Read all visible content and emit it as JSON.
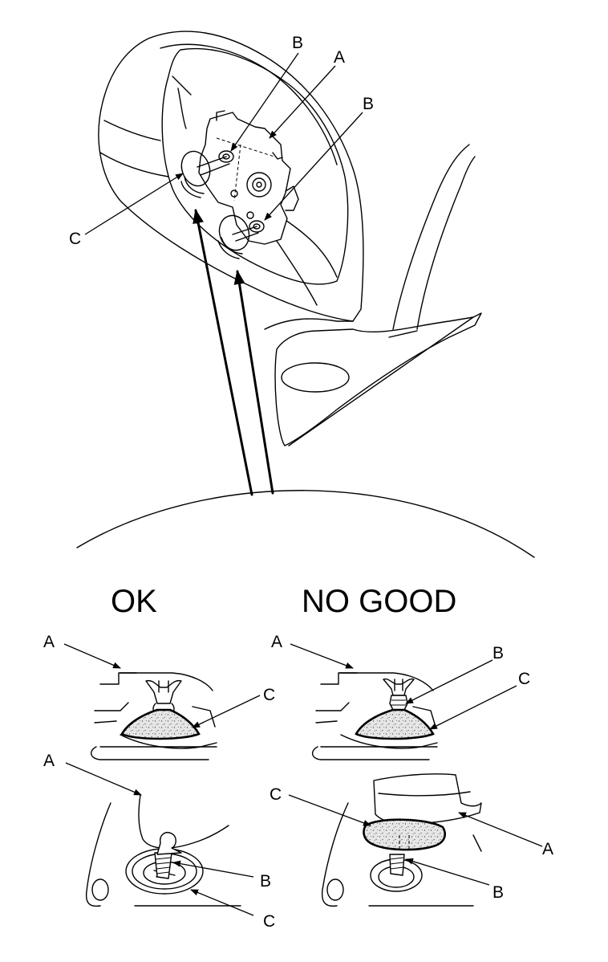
{
  "top_view": {
    "callouts": {
      "a": "A",
      "b_upper": "B",
      "b_lower": "B",
      "c": "C"
    }
  },
  "headings": {
    "ok": "OK",
    "no_good": "NO GOOD"
  },
  "ok_side": {
    "upper": {
      "a": "A",
      "c": "C"
    },
    "lower": {
      "a": "A",
      "b": "B",
      "c": "C"
    }
  },
  "no_good_side": {
    "upper": {
      "a": "A",
      "b": "B",
      "c": "C"
    },
    "lower": {
      "a": "A",
      "b": "B",
      "c": "C"
    }
  }
}
